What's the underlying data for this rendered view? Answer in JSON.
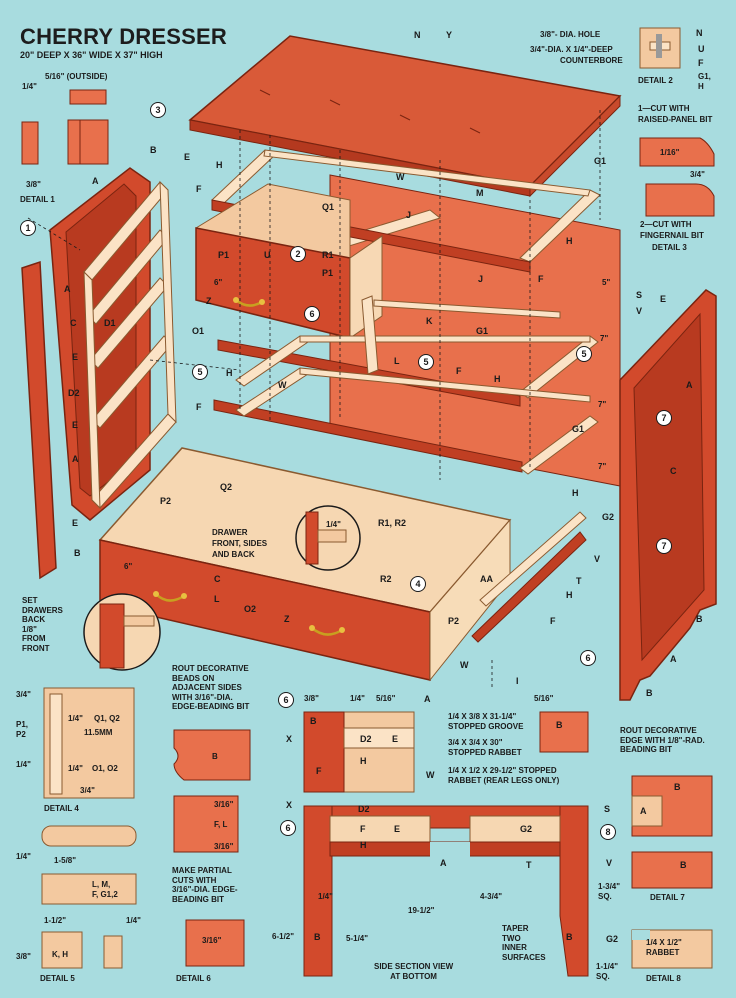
{
  "title": "CHERRY DRESSER",
  "subtitle": "20\" DEEP X 36\" WIDE X 37\" HIGH",
  "colors": {
    "background": "#a8dcdf",
    "cherry": "#d24a2c",
    "cherry_dark": "#a8321b",
    "maple": "#f3c9a0",
    "maple_light": "#fbe3c6"
  },
  "detail_labels": {
    "d1": "DETAIL 1",
    "d2": "DETAIL 2",
    "d3": "DETAIL 3",
    "d4": "DETAIL 4",
    "d5": "DETAIL 5",
    "d6": "DETAIL 6",
    "d7": "DETAIL 7",
    "d8": "DETAIL 8"
  },
  "notes": {
    "outside": "5/16\" (OUTSIDE)",
    "hole": "3/8\"- DIA. HOLE",
    "counterbore_1": "3/4\"-DIA. X 1/4\"-DEEP",
    "counterbore_2": "COUNTERBORE",
    "raised_1": "1—CUT WITH",
    "raised_2": "RAISED-PANEL BIT",
    "finger_1": "2—CUT WITH",
    "finger_2": "FINGERNAIL BIT",
    "drawer_front_1": "DRAWER",
    "drawer_front_2": "FRONT, SIDES",
    "drawer_front_3": "AND BACK",
    "set_drawers": "SET\nDRAWERS\nBACK\n1/8\"\nFROM\nFRONT",
    "rout_beads": "ROUT DECORATIVE\nBEADS ON\nADJACENT SIDES\nWITH 3/16\"-DIA.\nEDGE-BEADING BIT",
    "partial_cuts": "MAKE PARTIAL\nCUTS WITH\n3/16\"-DIA. EDGE-\nBEADING BIT",
    "groove_1": "1/4 X 3/8 X 31-1/4\"",
    "groove_2": "STOPPED GROOVE",
    "rabbet_1": "3/4 X 3/4 X 30\"",
    "rabbet_2": "STOPPED RABBET",
    "rabbet_3": "1/4 X 1/2 X 29-1/2\" STOPPED",
    "rabbet_4": "RABBET (REAR LEGS ONLY)",
    "rout_edge": "ROUT DECORATIVE\nEDGE WITH 1/8\"-RAD.\nBEADING BIT",
    "side_section": "SIDE SECTION VIEW\nAT BOTTOM",
    "taper": "TAPER\nTWO\nINNER\nSURFACES",
    "rabbet_8": "1/4 X 1/2\"\nRABBET"
  },
  "dims": {
    "d1_quarter": "1/4\"",
    "d1_three_eighths": "3/8\"",
    "d3_sixteenth": "1/16\"",
    "d3_three_quarter": "3/4\"",
    "d4_three_quarter_top": "3/4\"",
    "d4_quarter": "1/4\"",
    "d4_q": "Q1, Q2",
    "d4_mm": "11.5MM",
    "d4_p": "P1,\nP2",
    "d4_quarter_b": "1/4\"",
    "d4_quarter_c": "1/4\"",
    "d4_o": "O1, O2",
    "d4_three_quarter_bot": "3/4\"",
    "d5_quarter": "1/4\"",
    "d5_five_eighths": "1-5/8\"",
    "d5_parts": "L, M,\nF, G1,2",
    "d5_half": "1-1/2\"",
    "d5_quarter_b": "1/4\"",
    "d5_three_eighths": "3/8\"",
    "d5_kh": "K, H",
    "d6_sixteenth_a": "3/16\"",
    "d6_fl": "F, L",
    "d6_sixteenth_b": "3/16\"",
    "d6_sixteenth_c": "3/16\"",
    "s_three_eighths": "3/8\"",
    "s_quarter": "1/4\"",
    "s_five_sixteenths": "5/16\"",
    "s_five_sixteenths_b": "5/16\"",
    "s_quarter_b": "1/4\"",
    "s_half": "19-1/2\"",
    "s_four": "4-3/4\"",
    "s_six": "6-1/2\"",
    "s_five": "5-1/4\"",
    "s_one_three_quarter": "1-3/4\"\nSQ.",
    "s_one_quarter": "1-1/4\"\nSQ.",
    "five_inch": "5\"",
    "seven_a": "7\"",
    "seven_b": "7\"",
    "seven_c": "7\"",
    "six_a": "6\"",
    "six_b": "6\"",
    "quarter_drawer": "1/4\""
  },
  "parts": {
    "N": "N",
    "Y": "Y",
    "U": "U",
    "B": "B",
    "E": "E",
    "H": "H",
    "F": "F",
    "A": "A",
    "C": "C",
    "D1": "D1",
    "D2": "D2",
    "Q1": "Q1",
    "Q2": "Q2",
    "P1": "P1",
    "P2": "P2",
    "R1": "R1",
    "R2": "R2",
    "O1": "O1",
    "O2": "O2",
    "Z": "Z",
    "J": "J",
    "M": "M",
    "G1": "G1",
    "G2": "G2",
    "K": "K",
    "L": "L",
    "W": "W",
    "S": "S",
    "V": "V",
    "T": "T",
    "I": "I",
    "X": "X",
    "AA": "AA",
    "R1R2": "R1, R2",
    "G1H": "G1,\nH"
  },
  "callouts": [
    "1",
    "2",
    "3",
    "4",
    "5",
    "6",
    "7",
    "8"
  ]
}
